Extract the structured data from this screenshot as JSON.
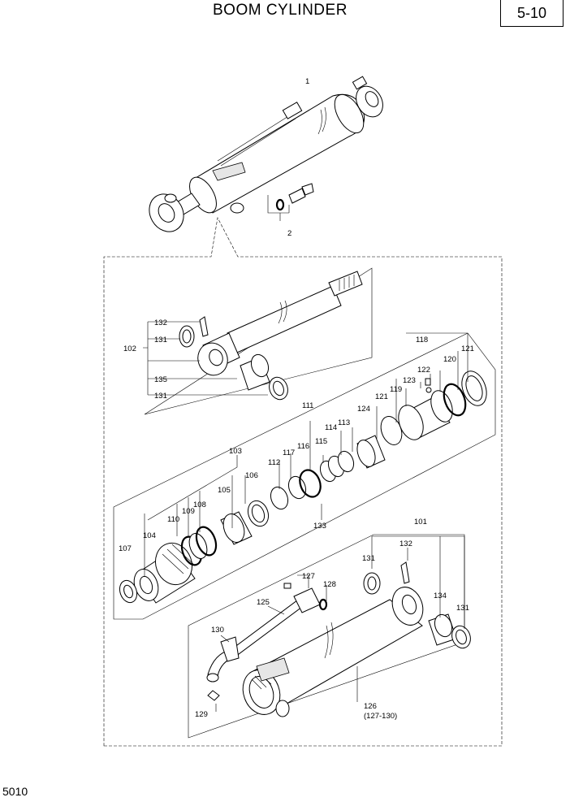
{
  "header": {
    "title": "BOOM CYLINDER",
    "page_ref": "5-10"
  },
  "footer": {
    "code": "5010"
  },
  "callouts": {
    "c1": "1",
    "c2": "2",
    "c101": "101",
    "c102": "102",
    "c103": "103",
    "c104": "104",
    "c105": "105",
    "c106": "106",
    "c107": "107",
    "c108": "108",
    "c109": "109",
    "c110": "110",
    "c111": "111",
    "c112": "112",
    "c113": "113",
    "c114": "114",
    "c115": "115",
    "c116": "116",
    "c117": "117",
    "c118": "118",
    "c119": "119",
    "c120": "120",
    "c121a": "121",
    "c121b": "121",
    "c122": "122",
    "c123": "123",
    "c124": "124",
    "c125": "125",
    "c126": "126",
    "c126sub": "(127-130)",
    "c127": "127",
    "c128": "128",
    "c129": "129",
    "c130": "130",
    "c131a": "131",
    "c131b": "131",
    "c131c": "131",
    "c131d": "131",
    "c132a": "132",
    "c132b": "132",
    "c133": "133",
    "c134": "134",
    "c135": "135"
  }
}
